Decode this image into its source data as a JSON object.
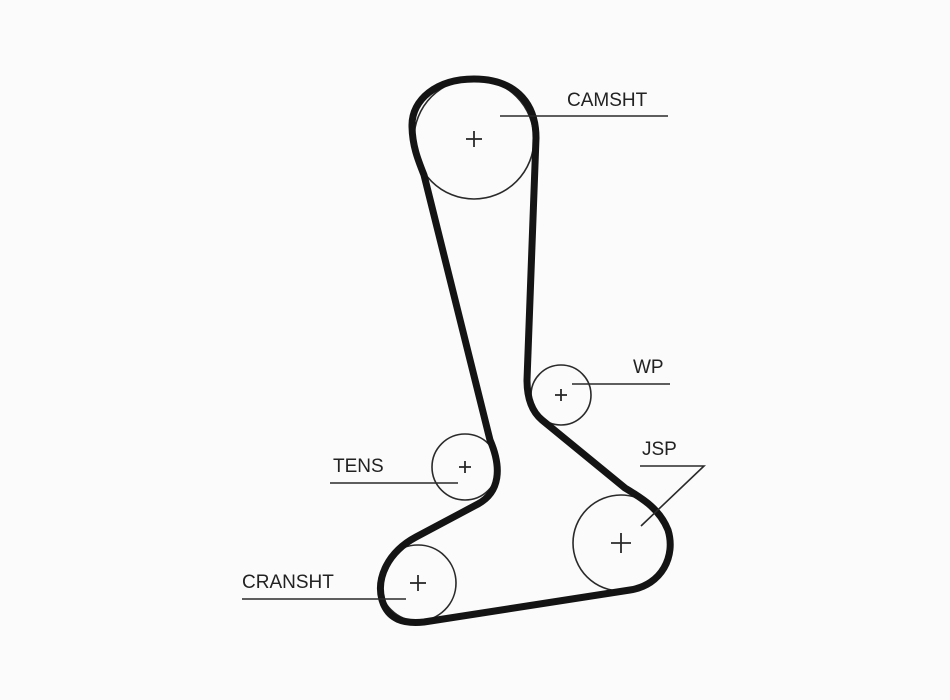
{
  "labels": {
    "camshaft": "CAMSHT",
    "water_pump": "WP",
    "jsp": "JSP",
    "tensioner": "TENS",
    "crankshaft": "CRANSHT"
  },
  "colors": {
    "belt": "#141414",
    "pulley_outline": "#2a2a2a",
    "background": "#fbfbfb"
  }
}
